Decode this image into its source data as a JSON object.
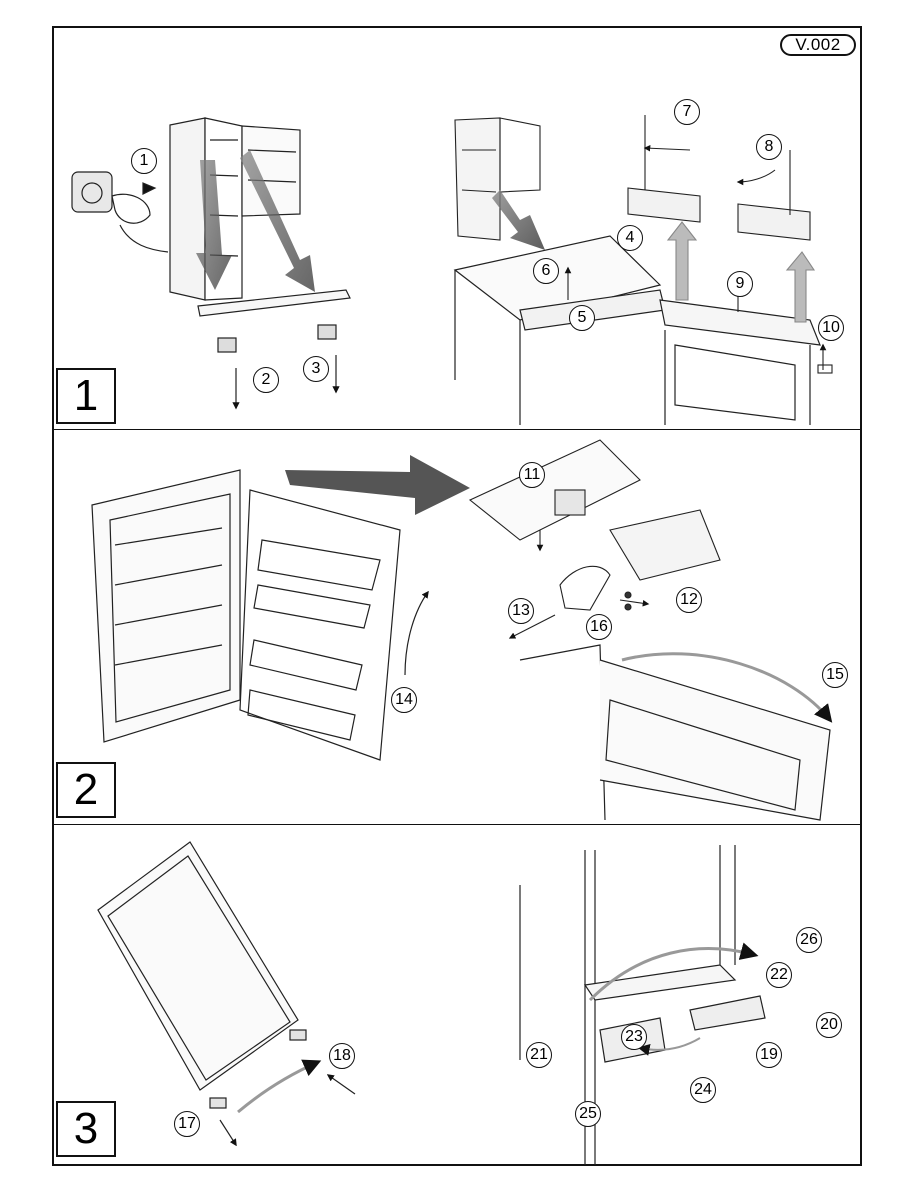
{
  "version_label": "V.002",
  "sections": [
    {
      "number": "1"
    },
    {
      "number": "2"
    },
    {
      "number": "3"
    }
  ],
  "callouts": [
    "1",
    "2",
    "3",
    "4",
    "5",
    "6",
    "7",
    "8",
    "9",
    "10",
    "11",
    "12",
    "13",
    "14",
    "15",
    "16",
    "17",
    "18",
    "19",
    "20",
    "21",
    "22",
    "23",
    "24",
    "25",
    "26"
  ]
}
